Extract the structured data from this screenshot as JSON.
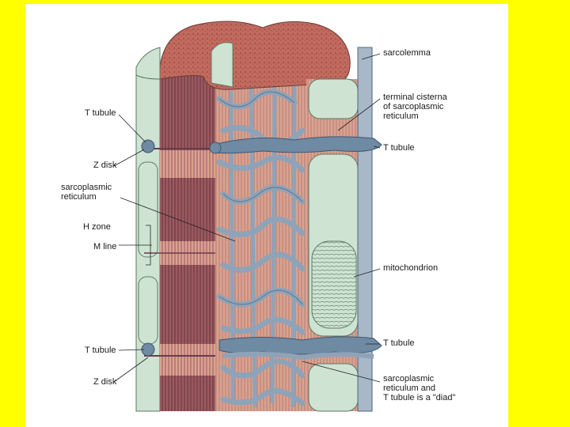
{
  "colors": {
    "page_background": "#ffff00",
    "panel_background": "#ffffff",
    "myofibril_light": "#d9a48f",
    "myofibril_dark": "#9b5a5f",
    "cut_surface": "#c26a5e",
    "reticulum": "#8fa3b8",
    "t_tubule": "#6f8aa3",
    "mitochondrion": "#cfe3d2",
    "leader_line": "#222222"
  },
  "labels": {
    "left": {
      "t_tubule_top": "T tubule",
      "z_disk_top": "Z disk",
      "sarcoplasmic_reticulum": "sarcoplasmic\nreticulum",
      "h_zone": "H zone",
      "m_line": "M line",
      "t_tubule_bottom": "T tubule",
      "z_disk_bottom": "Z disk"
    },
    "right": {
      "sarcolemma": "sarcolemma",
      "terminal_cisterna": "terminal cisterna\nof sarcoplasmic\nreticulum",
      "t_tubule_top": "T tubule",
      "mitochondrion": "mitochondrion",
      "t_tubule_bottom": "T tubule",
      "diad": "sarcoplasmic\nreticulum and\nT tubule is a \"diad\""
    }
  }
}
